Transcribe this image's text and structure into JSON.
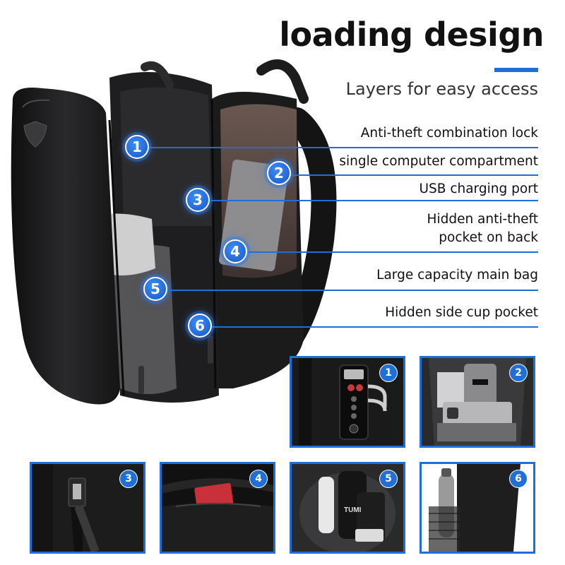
{
  "header": {
    "title": "loading design",
    "subtitle": "Layers for easy access"
  },
  "colors": {
    "accent": "#1f6fd6",
    "text": "#111111"
  },
  "features": [
    {
      "num": "1",
      "label": "Anti-theft combination lock"
    },
    {
      "num": "2",
      "label": "single computer compartment"
    },
    {
      "num": "3",
      "label": "USB charging port"
    },
    {
      "num": "4",
      "label_line1": "Hidden anti-theft",
      "label_line2": "pocket on back"
    },
    {
      "num": "5",
      "label": "Large capacity main bag"
    },
    {
      "num": "6",
      "label": "Hidden side cup pocket"
    }
  ],
  "thumbnails": [
    {
      "num": "1",
      "icon": "combination-lock-icon"
    },
    {
      "num": "2",
      "icon": "laptop-compartment-icon"
    },
    {
      "num": "3",
      "icon": "usb-port-icon"
    },
    {
      "num": "4",
      "icon": "back-pocket-icon"
    },
    {
      "num": "5",
      "icon": "main-bag-icon",
      "brand": "TUMI"
    },
    {
      "num": "6",
      "icon": "side-cup-pocket-icon"
    }
  ]
}
